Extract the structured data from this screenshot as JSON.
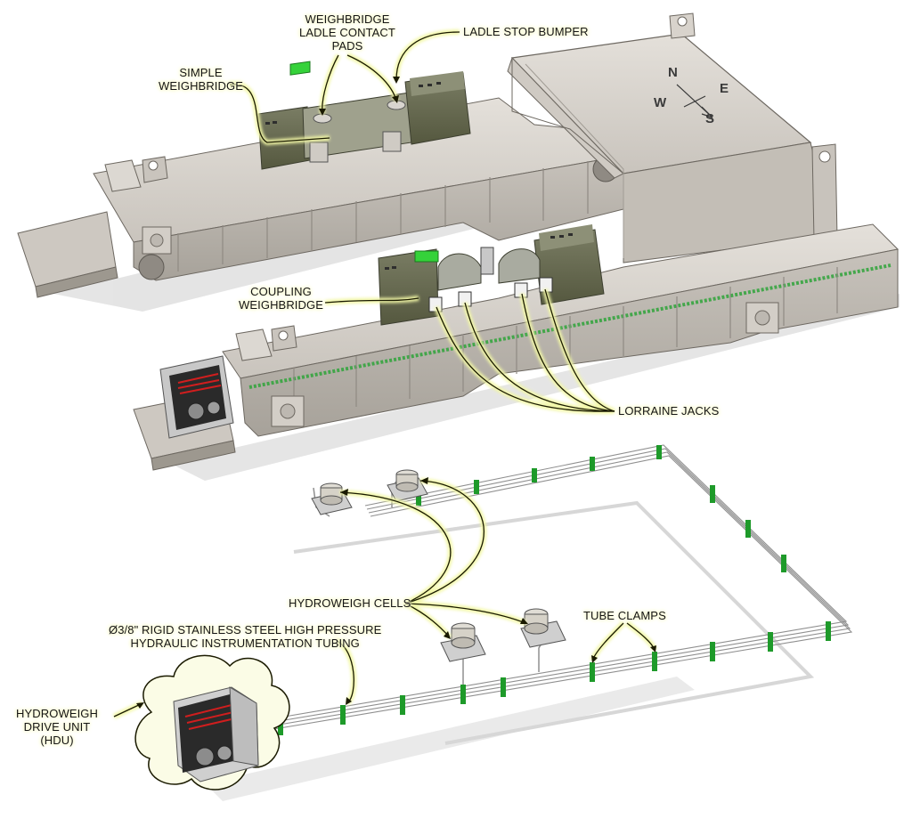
{
  "labels": {
    "weighbridge_pads": [
      "WEIGHBRIDGE",
      "LADLE CONTACT",
      "PADS"
    ],
    "ladle_stop_bumper": "LADLE STOP BUMPER",
    "simple_weighbridge": [
      "SIMPLE",
      "WEIGHBRIDGE"
    ],
    "coupling_weighbridge": [
      "COUPLING",
      "WEIGHBRIDGE"
    ],
    "lorraine_jacks": "LORRAINE JACKS",
    "hydroweigh_cells": "HYDROWEIGH CELLS",
    "tube_clamps": "TUBE CLAMPS",
    "tubing": [
      "Ø3/8\" RIGID STAINLESS STEEL HIGH PRESSURE",
      "HYDRAULIC INSTRUMENTATION TUBING"
    ],
    "hdu": [
      "HYDROWEIGH",
      "DRIVE UNIT",
      "(HDU)"
    ],
    "compass": [
      "N",
      "E",
      "S",
      "W"
    ]
  },
  "colors": {
    "steel_light": "#d9d5cf",
    "steel_mid": "#bab5ae",
    "steel_dark": "#8f8a83",
    "olive": "#6b6e57",
    "olive_dark": "#4f5240",
    "green_pad": "#35d23a",
    "clamp_green": "#1e9a2a",
    "callout_line": "#1a1a00",
    "callout_glow": "#f2f7a6"
  }
}
